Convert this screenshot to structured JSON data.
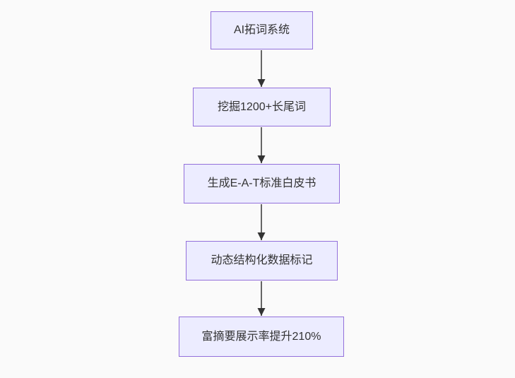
{
  "flowchart": {
    "type": "flowchart",
    "direction": "top-down",
    "colors": {
      "page_bg": "#fafafa",
      "node_fill": "#ececff",
      "node_border": "#9370db",
      "node_text": "#333333",
      "edge_line": "#666666",
      "edge_arrow": "#333333"
    },
    "nodes": [
      {
        "label": "AI拓词系统"
      },
      {
        "label": "挖掘1200+长尾词"
      },
      {
        "label": "生成E-A-T标准白皮书"
      },
      {
        "label": "动态结构化数据标记"
      },
      {
        "label": "富摘要展示率提升210%"
      }
    ],
    "edges": [
      {
        "from": 0,
        "to": 1
      },
      {
        "from": 1,
        "to": 2
      },
      {
        "from": 2,
        "to": 3
      },
      {
        "from": 3,
        "to": 4
      }
    ]
  }
}
